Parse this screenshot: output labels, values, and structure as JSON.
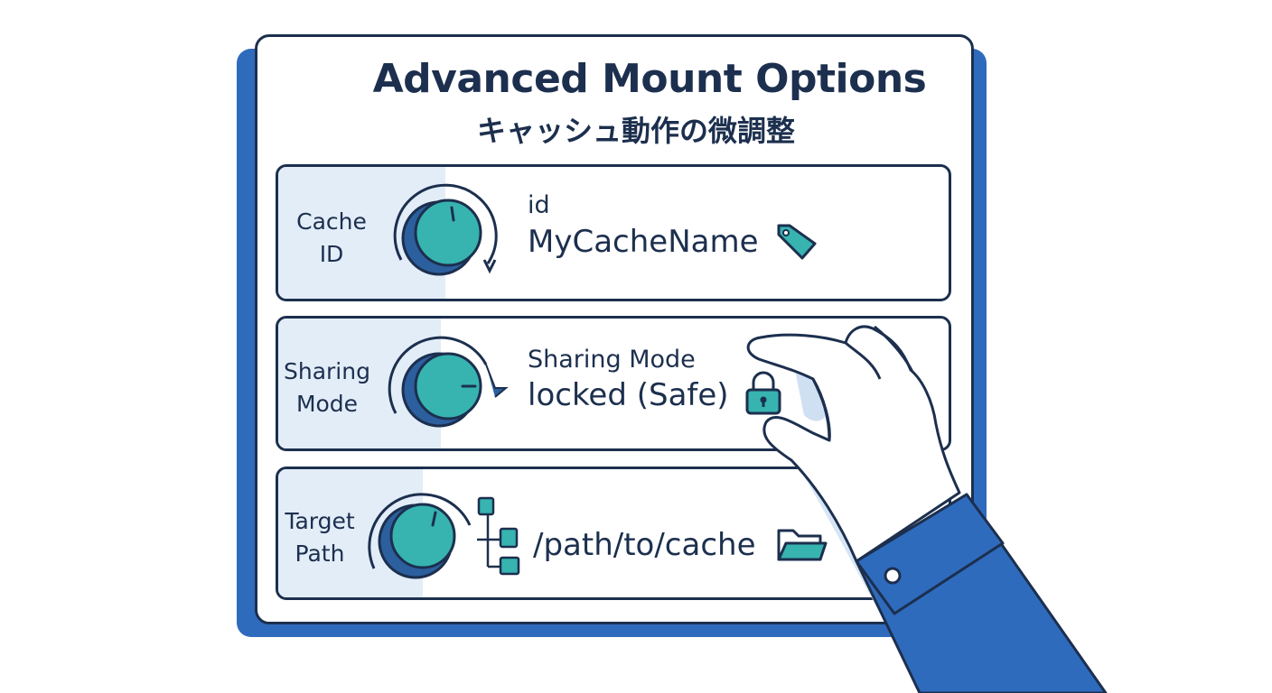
{
  "header": {
    "title": "Advanced Mount Options",
    "subtitle": "キャッシュ動作の微調整"
  },
  "rows": [
    {
      "label_line1": "Cache",
      "label_line2": "ID",
      "key": "id",
      "value": "MyCacheName",
      "icon": "tag-icon"
    },
    {
      "label_line1": "Sharing",
      "label_line2": "Mode",
      "key": "Sharing Mode",
      "value": "locked (Safe)",
      "icon": "padlock-icon"
    },
    {
      "label_line1": "Target",
      "label_line2": "Path",
      "value": "/path/to/cache",
      "icon": "folder-icon",
      "extra_icon": "file-tree-icon"
    }
  ],
  "colors": {
    "navy": "#1c2f4e",
    "accent_blue": "#2f6bbd",
    "teal": "#37b3b0",
    "panel_tint": "#e2edf8"
  }
}
